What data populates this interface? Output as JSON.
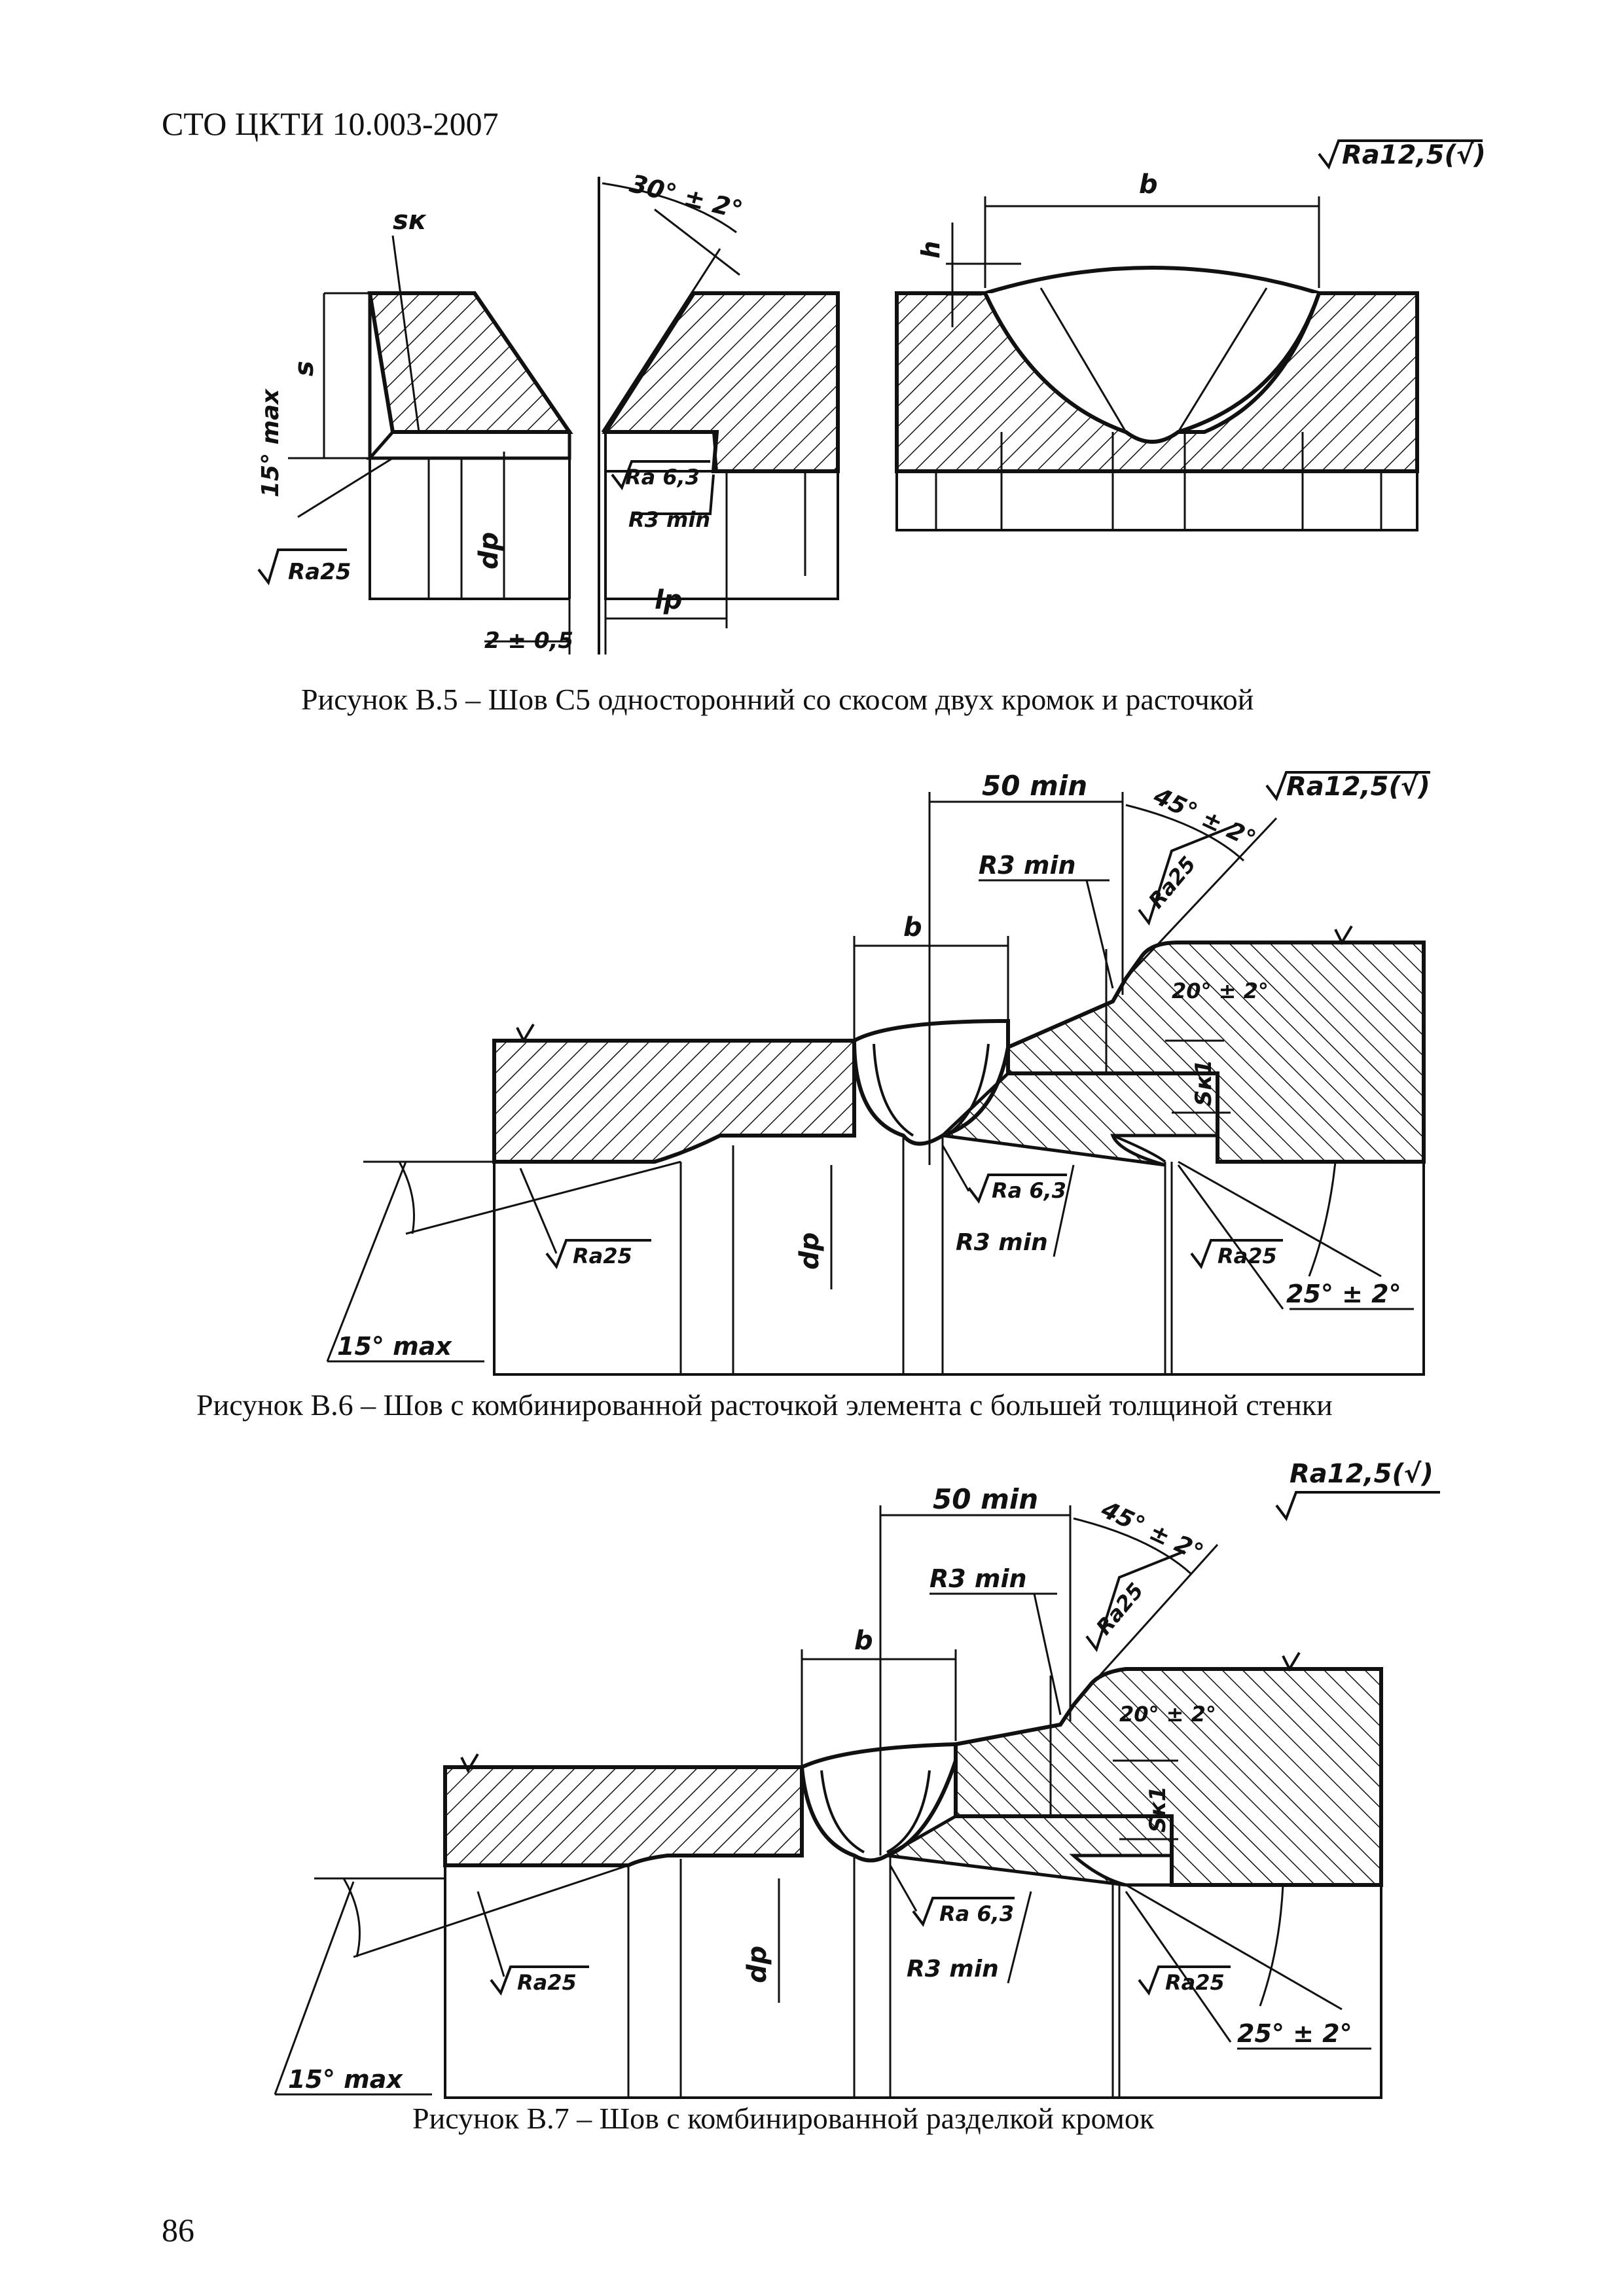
{
  "header": {
    "doc_id": "СТО ЦКТИ 10.003-2007"
  },
  "footer": {
    "page_number": "86"
  },
  "figure5": {
    "caption": "Рисунок В.5 – Шов С5 односторонний со скосом двух кромок и расточкой",
    "labels": {
      "angle": "30° ± 2°",
      "sk": "sк",
      "s": "s",
      "angle_max": "15° max",
      "ra25": "Ra25",
      "ra63": "Ra 6,3",
      "r3min": "R3 min",
      "dp": "dр",
      "lp": "lр",
      "gap": "2 ± 0,5",
      "b": "b",
      "h": "h",
      "ra125": "Ra12,5(√)"
    }
  },
  "figure6": {
    "caption": "Рисунок  В.6 – Шов с комбинированной расточкой элемента с большей толщиной стенки",
    "labels": {
      "min50": "50 min",
      "angle45": "45° ± 2°",
      "ra125": "Ra12,5(√)",
      "r3min_top": "R3 min",
      "ra25_top": "Ra25",
      "b": "b",
      "angle20": "20° ± 2°",
      "sk1": "Sк1",
      "ra63": "Ra 6,3",
      "dp": "dр",
      "r3min_bottom": "R3 min",
      "ra25_left": "Ra25",
      "ra25_right": "Ra25",
      "angle25": "25° ± 2°",
      "angle15": "15° max"
    }
  },
  "figure7": {
    "caption": "Рисунок  В.7 – Шов с комбинированной разделкой кромок",
    "labels": {
      "min50": "50 min",
      "angle45": "45° ± 2°",
      "ra125": "Ra12,5(√)",
      "r3min_top": "R3 min",
      "ra25_top": "Ra25",
      "b": "b",
      "angle20": "20° ± 2°",
      "sk1": "Sк1",
      "ra63": "Ra 6,3",
      "dp": "dр",
      "r3min_bottom": "R3 min",
      "ra25_left": "Ra25",
      "ra25_right": "Ra25",
      "angle25": "25° ± 2°",
      "angle15": "15° max"
    }
  }
}
